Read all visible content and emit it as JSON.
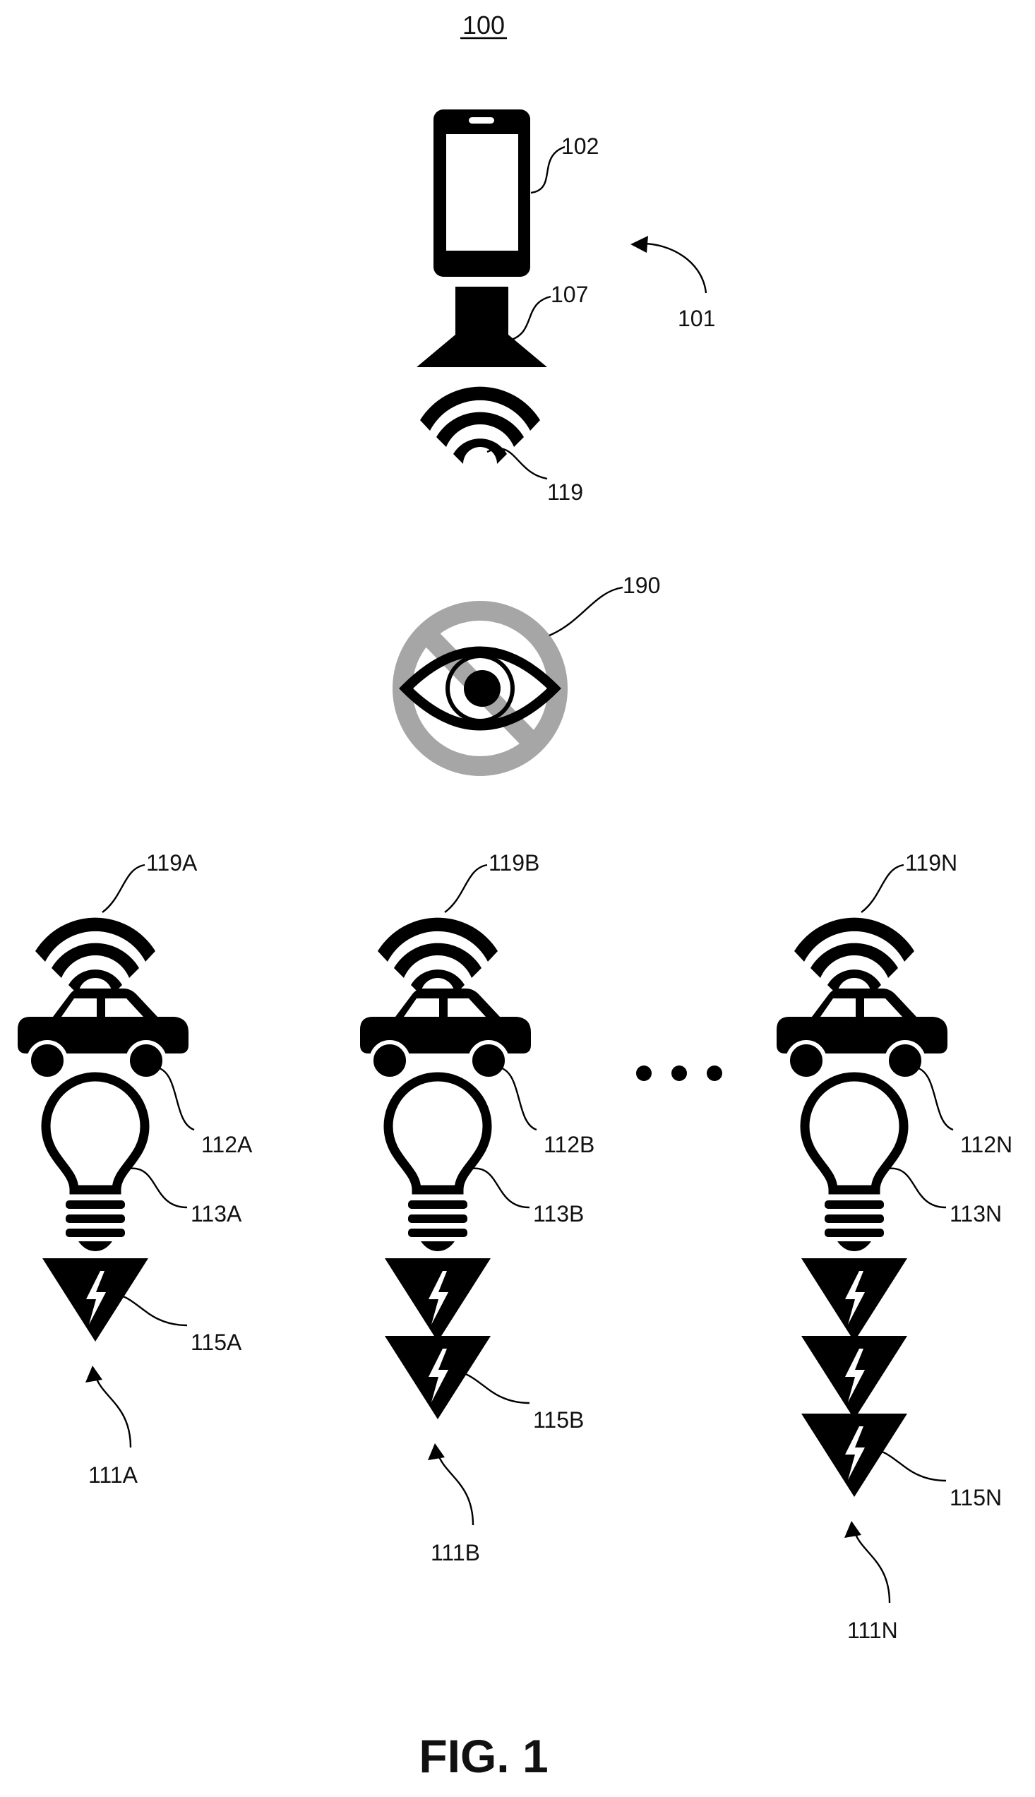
{
  "figure": {
    "number_label": "100",
    "caption": "FIG. 1"
  },
  "labels": {
    "phone": "102",
    "adapter": "107",
    "signal": "119",
    "user_device": "101",
    "blocked_view": "190",
    "col_a": {
      "signal": "119A",
      "vehicle": "112A",
      "bulb": "113A",
      "energy": "115A",
      "node": "111A"
    },
    "col_b": {
      "signal": "119B",
      "vehicle": "112B",
      "bulb": "113B",
      "energy": "115B",
      "node": "111B"
    },
    "col_n": {
      "signal": "119N",
      "vehicle": "112N",
      "bulb": "113N",
      "energy": "115N",
      "node": "111N"
    }
  },
  "icons": {
    "phone": "phone-icon",
    "adapter": "adapter-icon",
    "wifi": "wifi-icon",
    "blocked_eye": "no-eye-icon",
    "car": "car-icon",
    "bulb": "lightbulb-icon",
    "energy": "lightning-triangle-icon",
    "ellipsis": "ellipsis-icon"
  },
  "colors": {
    "ink": "#000000",
    "prohibition_gray": "#a6a6a6"
  },
  "columns": [
    {
      "key": "col_a",
      "energy_count": 1
    },
    {
      "key": "col_b",
      "energy_count": 2
    },
    {
      "key": "col_n",
      "energy_count": 3
    }
  ]
}
